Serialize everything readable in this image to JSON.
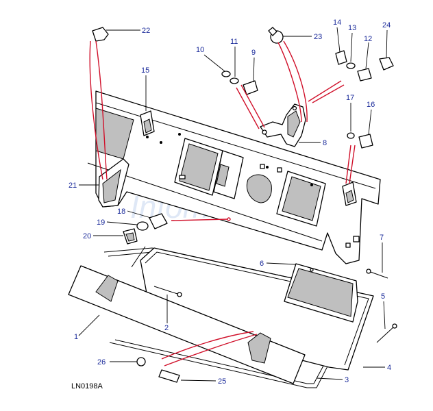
{
  "diagram": {
    "reference_code": "LN0198A",
    "watermark": "Infomedia",
    "callouts": [
      "1",
      "2",
      "3",
      "4",
      "5",
      "6",
      "7",
      "8",
      "9",
      "10",
      "11",
      "12",
      "13",
      "14",
      "15",
      "16",
      "17",
      "18",
      "19",
      "20",
      "21",
      "22",
      "23",
      "24",
      "25",
      "26"
    ],
    "colors": {
      "callout_text": "#1a2a9a",
      "leader_red": "#d0102a",
      "line": "#000000",
      "shade": "#bfbfbf"
    }
  }
}
